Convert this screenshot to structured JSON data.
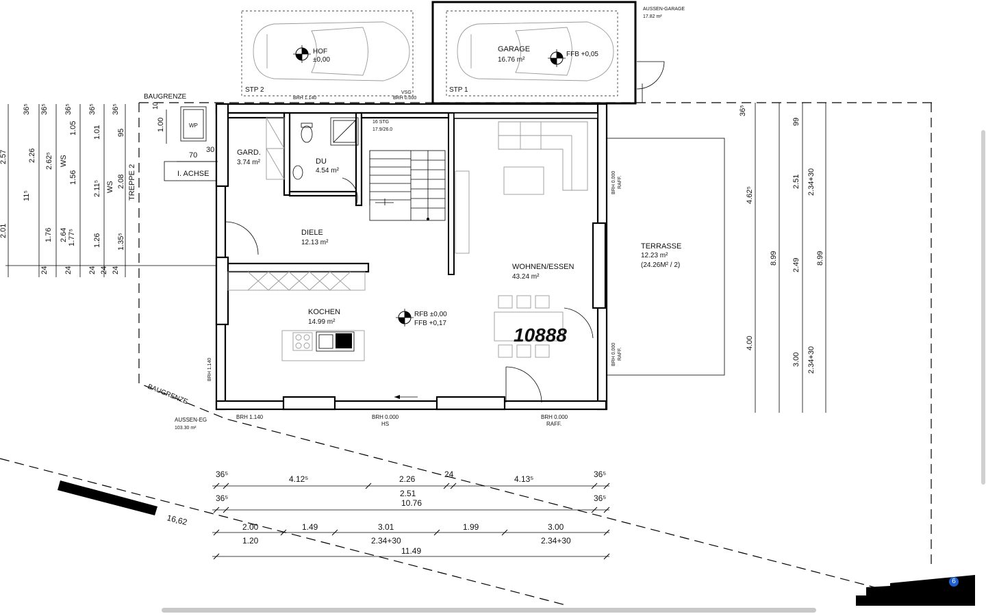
{
  "rooms": {
    "hof": {
      "name": "HOF",
      "level": "±0,00"
    },
    "garage": {
      "name": "GARAGE",
      "area": "16.76 m²",
      "level": "FFB +0,05"
    },
    "aussen_garage": {
      "name": "AUSSEN-GARAGE",
      "area": "17.82 m²"
    },
    "stp1": "STP 1",
    "stp2": "STP 2",
    "gard": {
      "name": "GARD.",
      "area": "3.74 m²"
    },
    "du": {
      "name": "DU",
      "area": "4.54 m²"
    },
    "diele": {
      "name": "DIELE",
      "area": "12.13 m²"
    },
    "kochen": {
      "name": "KOCHEN",
      "area": "14.99 m²"
    },
    "wohnen": {
      "name": "WOHNEN/ESSEN",
      "area": "43.24 m²"
    },
    "terrasse": {
      "name": "TERRASSE",
      "area": "12.23 m²",
      "note": "(24.26M² / 2)"
    },
    "aussen_eg": {
      "name": "AUSSEN-EG",
      "area": "103.30 m²"
    },
    "wp": "WP"
  },
  "levels": {
    "rfb": "RFB ±0,00",
    "ffb": "FFB +0,17"
  },
  "stairs": {
    "steps": "16 STG",
    "ratio": "17.9/26.0",
    "treppe": "TREPPE 2"
  },
  "annotations": {
    "baugrenze": "BAUGRENZE",
    "achse": "I. ACHSE",
    "vsg": "VSG",
    "brh_top1": "BRH 1.140",
    "brh_top2": "BRH 0.000",
    "brh_left": "BRH 1.140",
    "brh_bottom_left": "BRH 1.140",
    "brh_bottom_mid": "BRH 0.000",
    "hs": "HS",
    "brh_bottom_right": "BRH 0.000",
    "raff": "RAFF.",
    "brh_right_top": "BRH 0.000",
    "brh_right_bottom": "BRH 0.000",
    "plot_number": "10888",
    "length_mark": "16,62"
  },
  "dims_bottom": {
    "row1": [
      "36⁵",
      "4.12⁵",
      "2.26",
      "24",
      "4.13⁵",
      "36⁵"
    ],
    "row2": [
      "2.51"
    ],
    "row3": [
      "36⁵",
      "10.76",
      "36⁵"
    ],
    "row4": [
      "2.00",
      "1.49",
      "3.01",
      "1.99",
      "3.00"
    ],
    "row5": [
      "1.20",
      "2.34+30",
      "2.34+30"
    ],
    "row6": [
      "11.49"
    ]
  },
  "dims_left": {
    "top": [
      "36⁵",
      "36⁵",
      "36⁵",
      "36⁵",
      "36⁵"
    ],
    "row_a": [
      "2.57",
      "2.26",
      "2.62⁵",
      "WS",
      "1.05",
      "1.56",
      "1.01",
      "2.11⁵",
      "WS",
      "95",
      "2.08"
    ],
    "row_b": [
      "11⁵",
      "2.01",
      "1.76",
      "2.64",
      "1.77⁵",
      "1.26",
      "1.35⁵"
    ],
    "bottom": [
      "24",
      "24",
      "24",
      "24",
      "24"
    ],
    "small": [
      "10",
      "1.00",
      "70",
      "30"
    ]
  },
  "dims_right": [
    "36⁵",
    "99",
    "4.62⁵",
    "2.51",
    "2.34+30",
    "8.99",
    "2.49",
    "8.99",
    "4.00",
    "3.00",
    "2.34+30"
  ],
  "badge": "6"
}
